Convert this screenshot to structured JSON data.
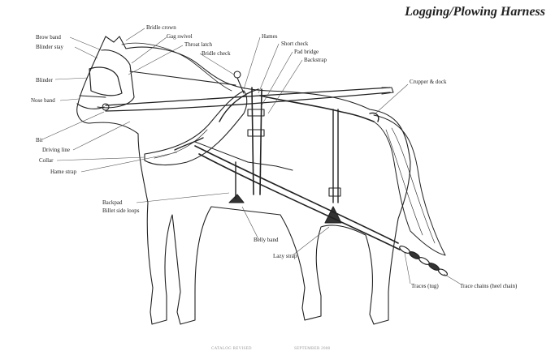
{
  "title": "Logging/Plowing Harness",
  "labels": {
    "brow_band": "Brow band",
    "blinder_stay": "Blinder stay",
    "blinder": "Blinder",
    "nose_band": "Nose band",
    "bit": "Bit",
    "driving_line": "Driving line",
    "collar": "Collar",
    "hame_strap": "Hame strap",
    "backpad": "Backpad",
    "billet_side_loops": "Billet side loops",
    "bridle_crown": "Bridle crown",
    "gag_swivel": "Gag swivel",
    "throat_latch": "Throat latch",
    "bridle_check": "Bridle check",
    "hames": "Hames",
    "short_check": "Short check",
    "pad_bridge": "Pad bridge",
    "backstrap": "Backstrap",
    "crupper_dock": "Crupper & dock",
    "belly_band": "Belly band",
    "lazy_strap": "Lazy strap",
    "traces_tug": "Traces (tug)",
    "trace_chains": "Trace chains (heel chain)"
  },
  "footer": {
    "left": "CATALOG REVISED",
    "right": "SEPTEMBER 2008"
  }
}
